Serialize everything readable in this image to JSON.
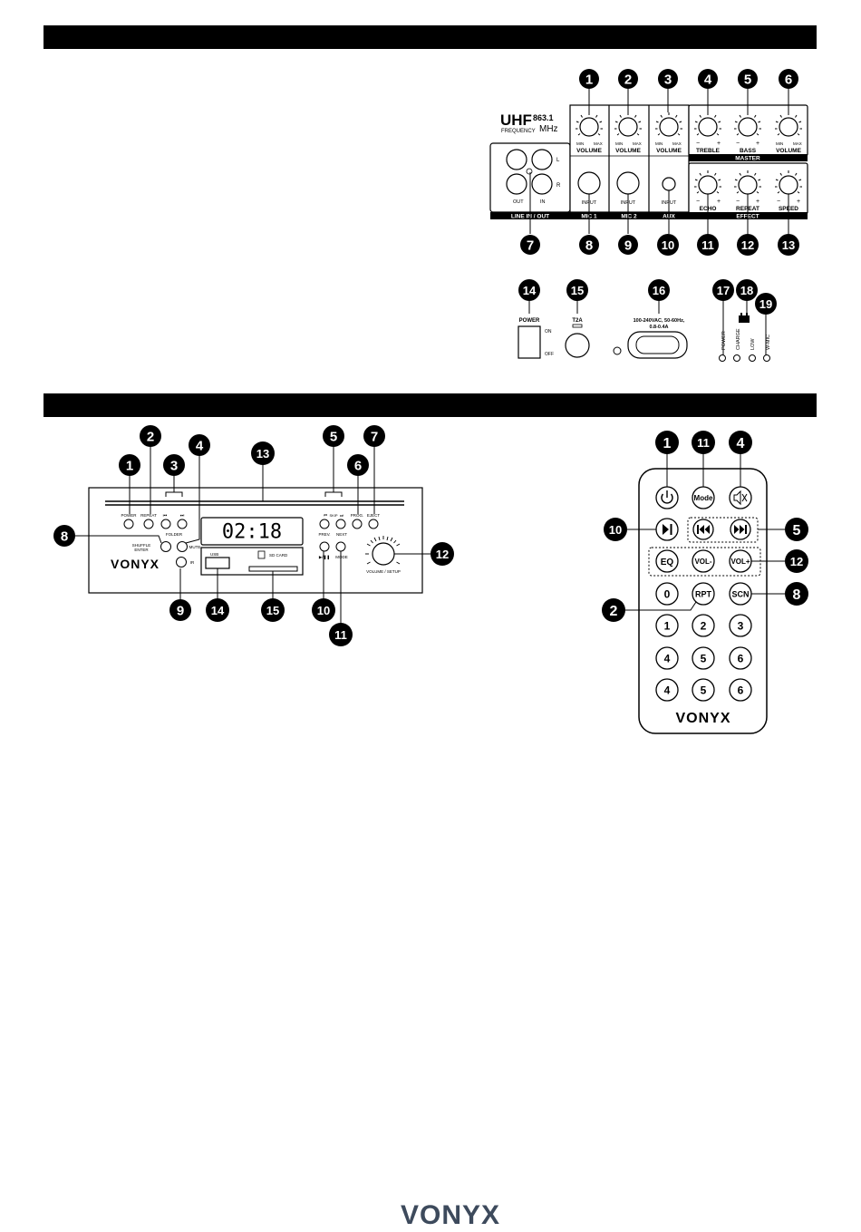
{
  "section_bars": 2,
  "rear_panel": {
    "uhf": "UHF",
    "frequency": "FREQUENCY",
    "freq_value": "863.1",
    "freq_unit": "MHz",
    "min": "MIN",
    "max": "MAX",
    "minus": "−",
    "plus": "+",
    "volume": "VOLUME",
    "treble": "TREBLE",
    "bass": "BASS",
    "master": "MASTER",
    "echo": "ECHO",
    "repeat": "REPEAT",
    "speed": "SPEED",
    "effect": "EFFECT",
    "input": "INPUT",
    "line_in_out": "LINE IN / OUT",
    "mic1": "MIC 1",
    "mic2": "MIC 2",
    "aux": "AUX",
    "l": "L",
    "r": "R",
    "out": "OUT",
    "in": "IN",
    "power": "POWER",
    "on": "ON",
    "off": "OFF",
    "fuse": "T2A",
    "ac_rating_1": "100-240VAC, 50-60Hz,",
    "ac_rating_2": "0.8-0.4A",
    "led_power": "POWER",
    "led_charge": "CHARGE",
    "led_low": "LOW",
    "led_wmic": "W-MIC",
    "top_numbers": [
      "1",
      "2",
      "3",
      "4",
      "5",
      "6"
    ],
    "bottom_numbers": [
      "7",
      "8",
      "9",
      "10",
      "11",
      "12",
      "13"
    ],
    "lower_numbers": [
      "14",
      "15",
      "16",
      "17",
      "18",
      "19"
    ]
  },
  "front_panel": {
    "display": "02:18",
    "brand": "VONYX",
    "power": "POWER",
    "repeat": "REPEAT",
    "folder": "FOLDER",
    "shuffle_enter_1": "SHUFFLE",
    "shuffle_enter_2": "ENTER",
    "mute": "MUTE",
    "ir": "IR",
    "usb": "USB",
    "sd_card": "SD CARD",
    "skip": "SKIP",
    "prev": "PREV.",
    "next": "NEXT",
    "prog": "PROG.",
    "eject": "EJECT",
    "play_pause": "▶/❚❚",
    "mode": "MODE",
    "volume_setup": "VOLUME / SETUP",
    "numbers": [
      "1",
      "2",
      "3",
      "4",
      "5",
      "6",
      "7",
      "8",
      "9",
      "10",
      "11",
      "12",
      "13",
      "14",
      "15"
    ]
  },
  "remote": {
    "mode": "Mode",
    "eq": "EQ",
    "vol_minus": "VOL-",
    "vol_plus": "VOL+",
    "zero": "0",
    "rpt": "RPT",
    "scn": "SCN",
    "keys": [
      "1",
      "2",
      "3",
      "4",
      "5",
      "6",
      "4",
      "5",
      "6"
    ],
    "brand": "VONYX",
    "numbers": [
      "1",
      "11",
      "4",
      "10",
      "5",
      "12",
      "2",
      "8"
    ]
  },
  "footer_brand": "VONYX",
  "colors": {
    "ink": "#000000",
    "footer_dark": "#3d4a5c",
    "footer_accent": "#5a84c2"
  }
}
